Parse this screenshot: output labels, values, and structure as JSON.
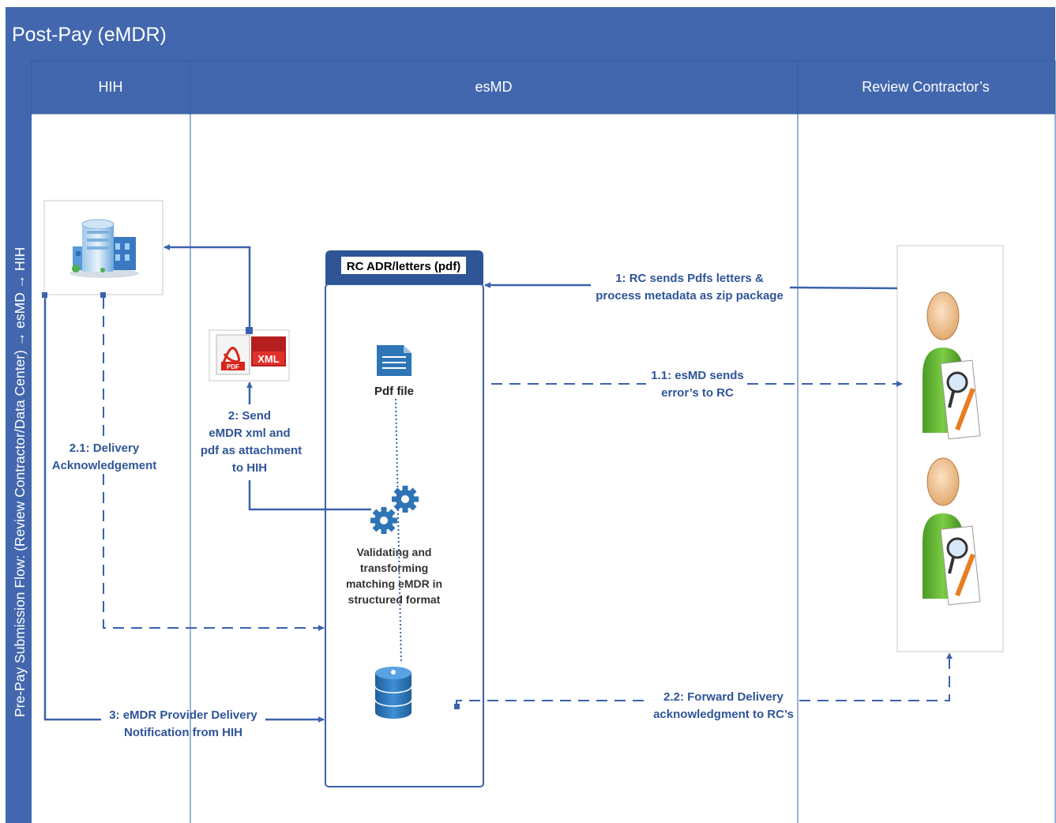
{
  "title": "Post-Pay (eMDR)",
  "side_label": "Pre-Pay Submission Flow: (Review Contractor/Data Center) → esMD → HIH",
  "lanes": [
    {
      "name": "HIH"
    },
    {
      "name": "esMD"
    },
    {
      "name": "Review Contractor’s"
    }
  ],
  "container_title": "RC ADR/letters (pdf)",
  "nodes": {
    "pdf_file": "Pdf file",
    "xml_badge": "XML",
    "pdf_badge": "PDF",
    "process_lines": [
      "Validating and",
      "transforming",
      "matching eMDR in",
      "structured format"
    ]
  },
  "flows": {
    "f1": [
      "1: RC sends Pdfs letters &",
      "process metadata as zip package"
    ],
    "f1_1": [
      "1.1: esMD sends",
      "error’s to RC"
    ],
    "f2": [
      "2: Send",
      "eMDR xml and",
      "pdf as attachment",
      "to HIH"
    ],
    "f2_1": [
      "2.1: Delivery",
      "Acknowledgement"
    ],
    "f2_2": [
      "2.2: Forward Delivery",
      "acknowledgment to RC’s"
    ],
    "f3": [
      "3: eMDR Provider Delivery",
      "Notification from HIH"
    ]
  },
  "colors": {
    "header_bg": "#4267ae",
    "header_border": "#35589a",
    "line": "#3a62ad",
    "label": "#2f5597",
    "icon_blue": "#2e75b6",
    "person_green": "#5fae33",
    "person_skin": "#f3c99a",
    "pdf_red": "#d9261c"
  },
  "icons": [
    "building-icon",
    "pdf-xml-icon",
    "document-icon",
    "gears-icon",
    "database-icon",
    "reviewer-icon"
  ]
}
